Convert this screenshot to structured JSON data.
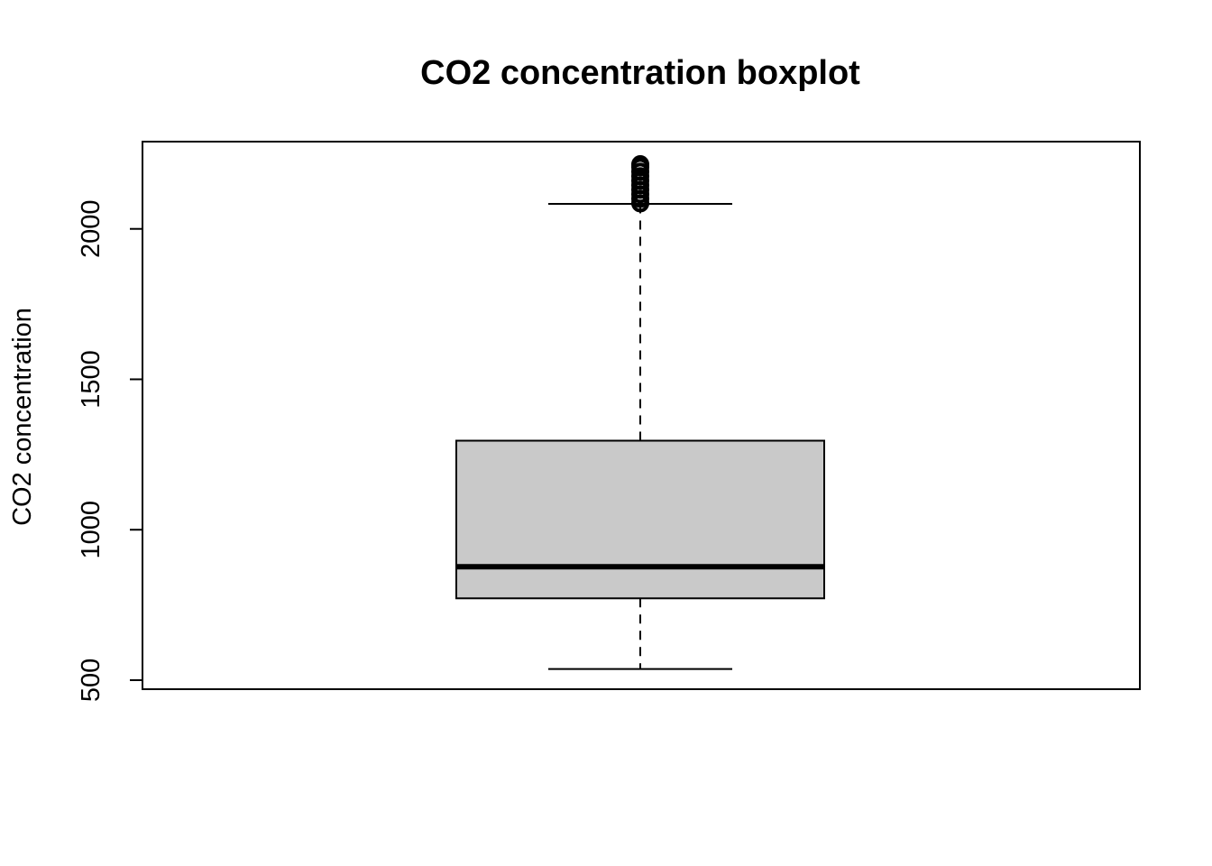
{
  "chart_data": {
    "type": "boxplot",
    "title": "CO2 concentration boxplot",
    "xlabel": "",
    "ylabel": "CO2 concentration",
    "ylim": [
      470,
      2290
    ],
    "yticks": [
      500,
      1000,
      1500,
      2000
    ],
    "ytick_labels": [
      "500",
      "1000",
      "1500",
      "2000"
    ],
    "grid": false,
    "box": {
      "whisker_low": 537,
      "q1": 772,
      "median": 877,
      "q3": 1296,
      "whisker_high": 2083,
      "outliers": [
        2085,
        2100,
        2115,
        2130,
        2145,
        2160,
        2175,
        2190,
        2205,
        2215
      ]
    },
    "colors": {
      "box_fill": "#c9c9c9",
      "line": "#000000"
    }
  }
}
